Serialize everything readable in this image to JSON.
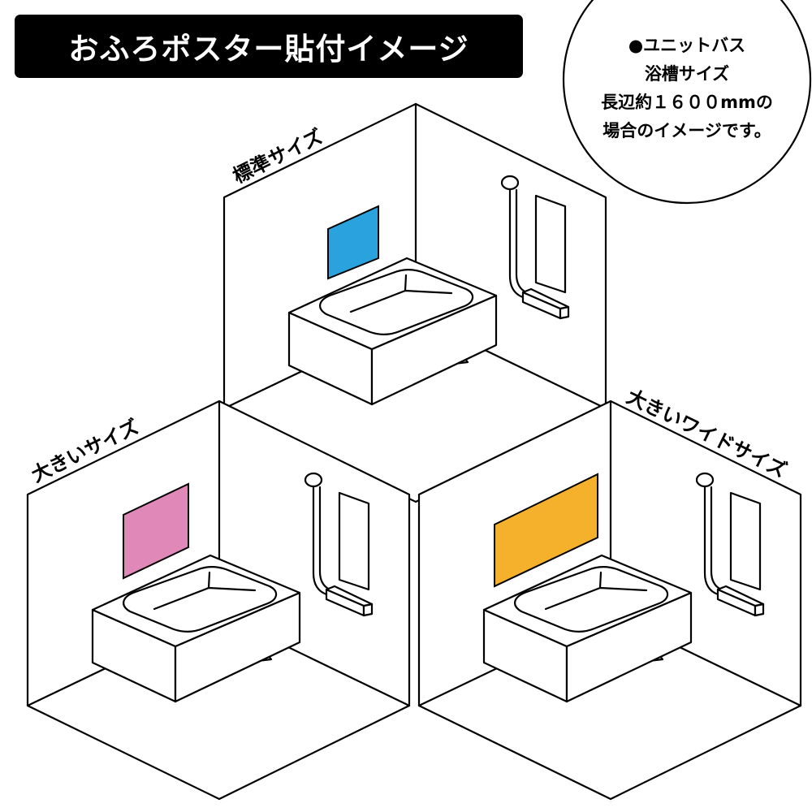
{
  "title": "おふろポスター貼付イメージ",
  "note": {
    "lines": [
      "●ユニットバス",
      "浴槽サイズ",
      "長辺約１６００mmの",
      "場合のイメージです。"
    ]
  },
  "rooms": [
    {
      "label": "標準サイズ",
      "poster_color": "#2aa2de"
    },
    {
      "label": "大きいサイズ",
      "poster_color": "#e088b8"
    },
    {
      "label": "大きいワイドサイズ",
      "poster_color": "#f5b12c"
    }
  ]
}
